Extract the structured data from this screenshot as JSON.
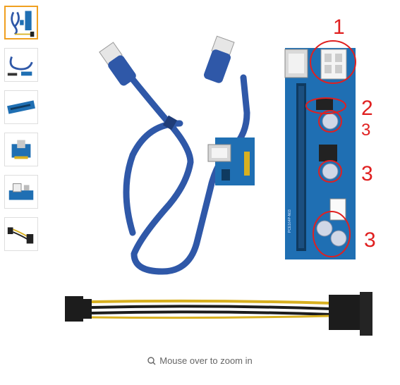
{
  "gallery": {
    "thumbnails": [
      {
        "icon": "riser-kit-thumb-icon",
        "active": true
      },
      {
        "icon": "usb-cable-thumb-icon",
        "active": false
      },
      {
        "icon": "riser-board-thumb-icon",
        "active": false
      },
      {
        "icon": "adapter-board-thumb-icon",
        "active": false
      },
      {
        "icon": "power-connector-thumb-icon",
        "active": false
      },
      {
        "icon": "sata-cable-thumb-icon",
        "active": false
      }
    ]
  },
  "main_image": {
    "annotations": {
      "a1": "1",
      "a2": "2",
      "a3a": "3",
      "a3b": "3",
      "a3c": "3"
    },
    "pcb_text": "PCE164P-N03",
    "annotation_color": "#e02020",
    "cable_color": "#2f58a8",
    "pcb_color": "#1f6fb3"
  },
  "zoom_hint": {
    "label": "Mouse over to zoom in",
    "icon": "search-icon"
  }
}
